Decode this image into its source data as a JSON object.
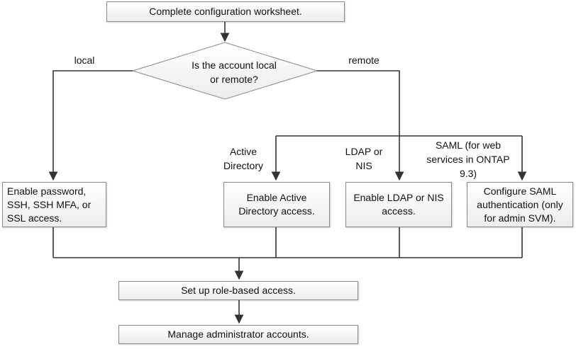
{
  "flowchart": {
    "start": "Complete configuration worksheet.",
    "decision": "Is the account local\nor remote?",
    "branch_labels": {
      "local": "local",
      "remote": "remote",
      "active_directory": "Active\nDirectory",
      "ldap_nis": "LDAP or\nNIS",
      "saml": "SAML (for web\nservices in ONTAP\n9.3)"
    },
    "steps": {
      "enable_password": "Enable password,\nSSH, SSH MFA, or\nSSL access.",
      "enable_ad": "Enable Active\nDirectory access.",
      "enable_ldap": "Enable LDAP or NIS\naccess.",
      "configure_saml": "Configure SAML\nauthentication (only\nfor admin SVM).",
      "role_based": "Set up role-based access.",
      "manage_accounts": "Manage administrator accounts."
    }
  }
}
